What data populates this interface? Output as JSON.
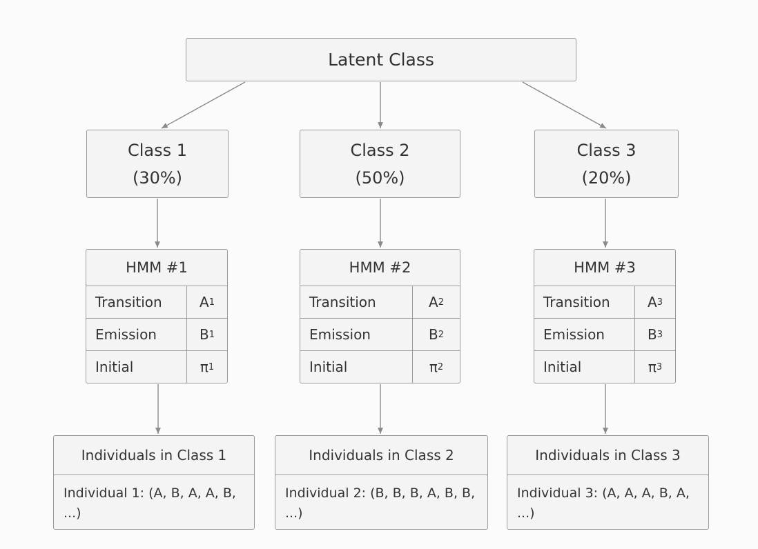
{
  "root": {
    "label": "Latent Class"
  },
  "classes": [
    {
      "name": "Class 1",
      "share": "(30%)",
      "hmm": {
        "title": "HMM #1",
        "rows": [
          {
            "label": "Transition",
            "sym": "A",
            "sub": "1"
          },
          {
            "label": "Emission",
            "sym": "B",
            "sub": "1"
          },
          {
            "label": "Initial",
            "sym": "π",
            "sub": "1"
          }
        ]
      },
      "individuals": {
        "title": "Individuals in Class 1",
        "text": "Individual 1: (A, B, A, A, B, ...)"
      }
    },
    {
      "name": "Class 2",
      "share": "(50%)",
      "hmm": {
        "title": "HMM #2",
        "rows": [
          {
            "label": "Transition",
            "sym": "A",
            "sub": "2"
          },
          {
            "label": "Emission",
            "sym": "B",
            "sub": "2"
          },
          {
            "label": "Initial",
            "sym": "π",
            "sub": "2"
          }
        ]
      },
      "individuals": {
        "title": "Individuals in Class 2",
        "text": "Individual 2: (B, B, B, A, B, B, ...)"
      }
    },
    {
      "name": "Class 3",
      "share": "(20%)",
      "hmm": {
        "title": "HMM #3",
        "rows": [
          {
            "label": "Transition",
            "sym": "A",
            "sub": "3"
          },
          {
            "label": "Emission",
            "sym": "B",
            "sub": "3"
          },
          {
            "label": "Initial",
            "sym": "π",
            "sub": "3"
          }
        ]
      },
      "individuals": {
        "title": "Individuals in Class 3",
        "text": "Individual 3: (A, A, A, B, A, ...)"
      }
    }
  ],
  "colors": {
    "box_fill": "#f4f4f4",
    "border": "#9a9a9a",
    "arrow": "#8a8a8a",
    "text": "#333333",
    "background": "#fbfbfb"
  }
}
